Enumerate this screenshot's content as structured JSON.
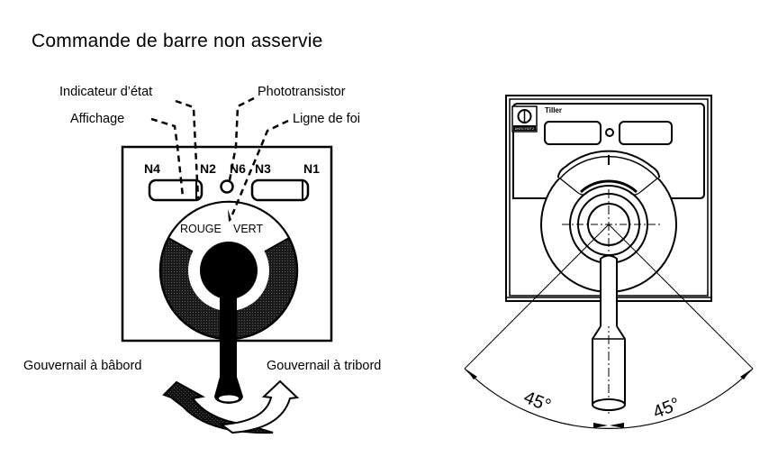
{
  "title": "Commande de barre non asservie",
  "left_diagram": {
    "callouts": {
      "status_indicator": "Indicateur d’état",
      "phototransistor": "Phototransistor",
      "display": "Affichage",
      "lubber_line": "Ligne de foi"
    },
    "panel_marks": {
      "n4": "N4",
      "n2": "N2",
      "n6": "N6",
      "n3": "N3",
      "n1": "N1"
    },
    "dial_labels": {
      "rouge": "ROUGE",
      "vert": "VERT"
    },
    "arrows": {
      "port": "Gouvernail à bâbord",
      "starboard": "Gouvernail à tribord"
    }
  },
  "right_diagram": {
    "panel_label": "Tiller",
    "logo_text": "ANSCHÜTZ",
    "angle_left": "45°",
    "angle_right": "45°",
    "angle_left_deg": 45,
    "angle_right_deg": 45
  }
}
